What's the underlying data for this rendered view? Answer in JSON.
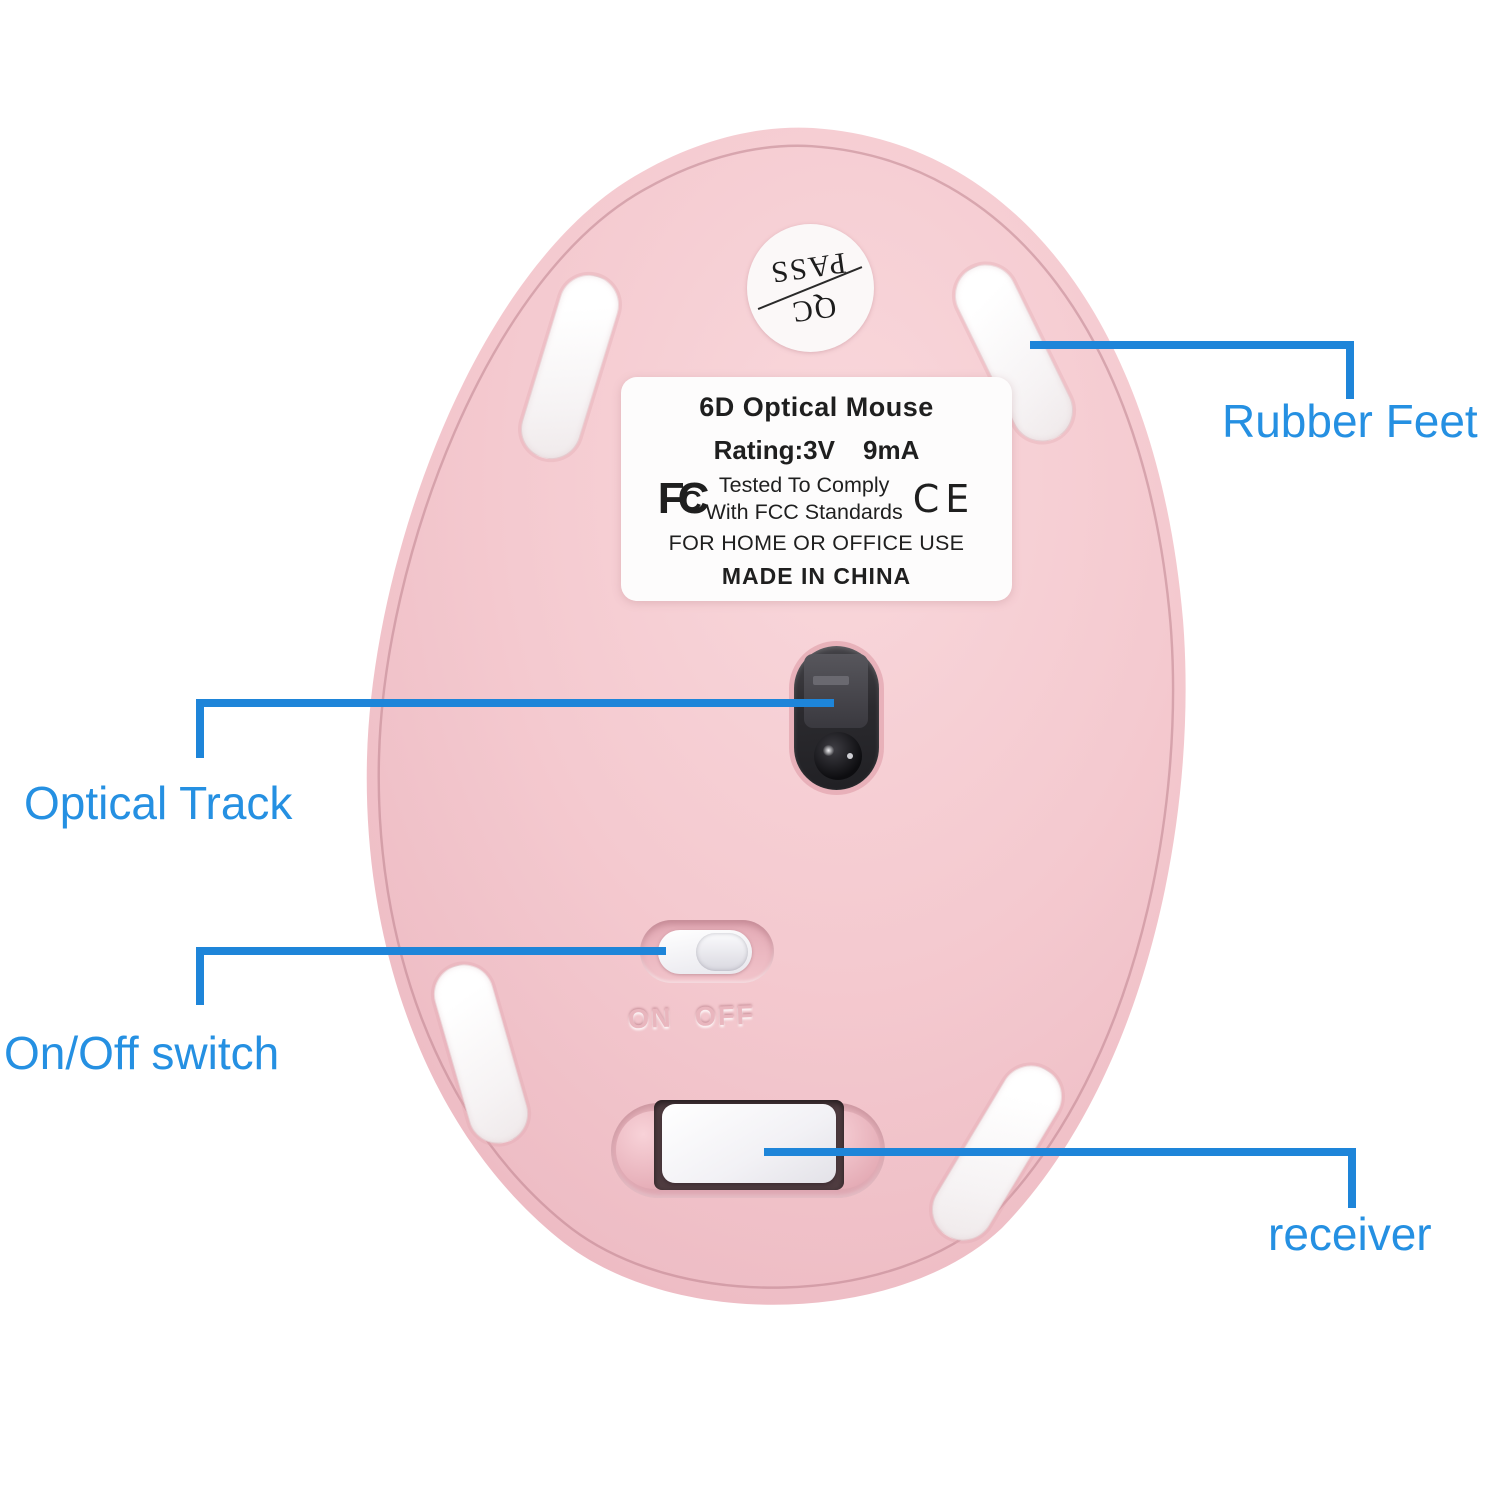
{
  "callouts": {
    "rubber_feet": "Rubber Feet",
    "optical_track": "Optical Track",
    "on_off_switch": "On/Off switch",
    "receiver": "receiver"
  },
  "spec_label": {
    "title": "6D Optical Mouse",
    "rating_prefix": "Rating:3V",
    "rating_suffix": "9mA",
    "fcc_f": "F",
    "fcc_c_large": "C",
    "fcc_c_small": "C",
    "comply_line1": "Tested To Comply",
    "comply_line2": "With FCC Standards",
    "ce_mark": "CE",
    "usage_line": "FOR HOME OR OFFICE USE",
    "origin_line": "MADE IN CHINA"
  },
  "qc_sticker": {
    "line1": "QC",
    "line2": "PASS"
  },
  "power_switch": {
    "embossed_label": "ON OFF"
  },
  "colors": {
    "accent_blue": "#1e85d9",
    "callout_text_blue": "#2590e2",
    "body_pink": "#f4c9cf",
    "foot_white": "#fafafa",
    "sensor_dark": "#2b2a2e"
  }
}
